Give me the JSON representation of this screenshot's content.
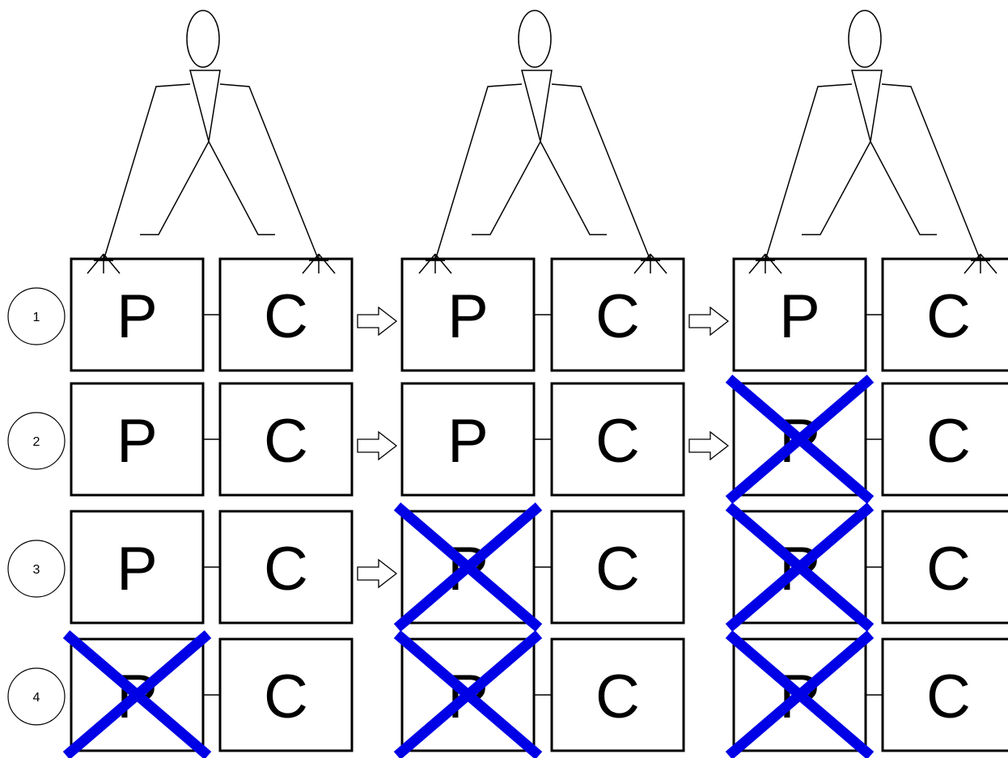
{
  "colors": {
    "cross": "#0000e6",
    "line": "#000000",
    "background": "#ffffff"
  },
  "rows": [
    {
      "label": "1",
      "stages": [
        {
          "p": "P",
          "c": "C",
          "p_crossed": false
        },
        {
          "p": "P",
          "c": "C",
          "p_crossed": false
        },
        {
          "p": "P",
          "c": "C",
          "p_crossed": false
        }
      ]
    },
    {
      "label": "2",
      "stages": [
        {
          "p": "P",
          "c": "C",
          "p_crossed": false
        },
        {
          "p": "P",
          "c": "C",
          "p_crossed": false
        },
        {
          "p": "P",
          "c": "C",
          "p_crossed": true
        }
      ]
    },
    {
      "label": "3",
      "stages": [
        {
          "p": "P",
          "c": "C",
          "p_crossed": false
        },
        {
          "p": "P",
          "c": "C",
          "p_crossed": true
        },
        {
          "p": "P",
          "c": "C",
          "p_crossed": true
        }
      ]
    },
    {
      "label": "4",
      "stages": [
        {
          "p": "P",
          "c": "C",
          "p_crossed": true
        },
        {
          "p": "P",
          "c": "C",
          "p_crossed": true
        },
        {
          "p": "P",
          "c": "C",
          "p_crossed": true
        }
      ]
    }
  ],
  "arrows": [
    {
      "row": 1,
      "after_stage": 1
    },
    {
      "row": 1,
      "after_stage": 2
    },
    {
      "row": 2,
      "after_stage": 1
    },
    {
      "row": 2,
      "after_stage": 2
    },
    {
      "row": 3,
      "after_stage": 1
    }
  ],
  "figures": [
    {
      "stands_on_row": 1,
      "stage": 1
    },
    {
      "stands_on_row": 1,
      "stage": 2
    },
    {
      "stands_on_row": 1,
      "stage": 3
    }
  ]
}
